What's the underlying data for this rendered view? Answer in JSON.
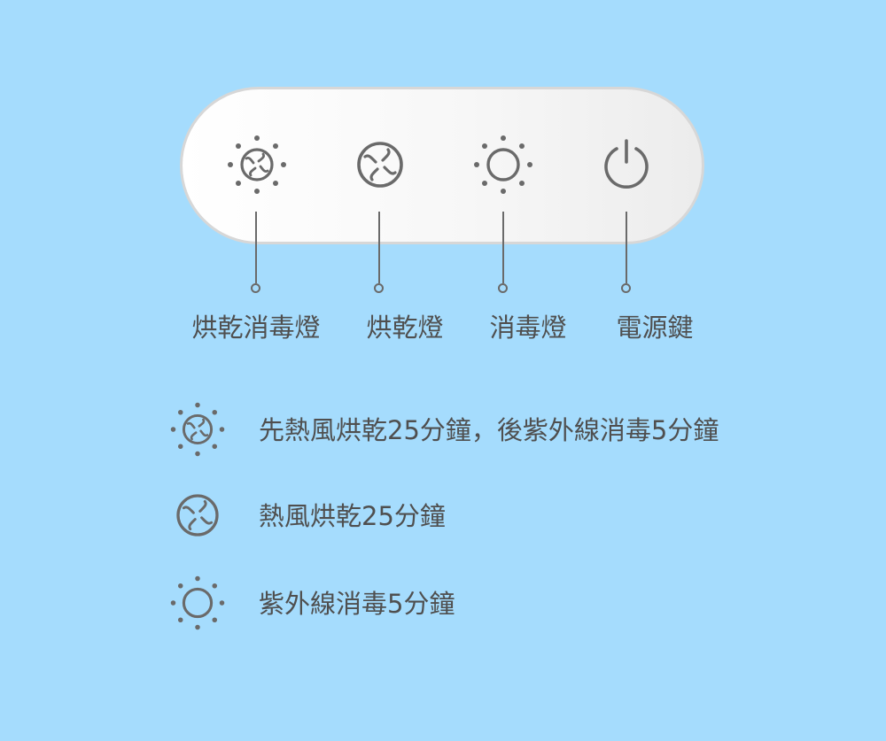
{
  "colors": {
    "background": "#a5dcfd",
    "panel": "#f4f4f4",
    "icon": "#6a6a6a",
    "text": "#4f4f4f"
  },
  "buttons": [
    {
      "name": "dry-sterilize-button",
      "icon": "fan-with-sun-dots-icon",
      "label": "烘乾消毒燈"
    },
    {
      "name": "dry-button",
      "icon": "fan-icon",
      "label": "烘乾燈"
    },
    {
      "name": "sterilize-button",
      "icon": "sun-icon",
      "label": "消毒燈"
    },
    {
      "name": "power-button",
      "icon": "power-icon",
      "label": "電源鍵"
    }
  ],
  "legend": [
    {
      "icon": "fan-with-sun-dots-icon",
      "text": "先熱風烘乾25分鐘，後紫外線消毒5分鐘"
    },
    {
      "icon": "fan-icon",
      "text": "熱風烘乾25分鐘"
    },
    {
      "icon": "sun-icon",
      "text": "紫外線消毒5分鐘"
    }
  ]
}
